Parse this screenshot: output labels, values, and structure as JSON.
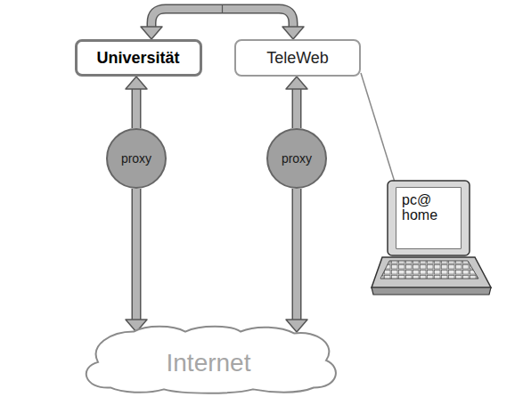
{
  "diagram": {
    "nodes": [
      {
        "text": [
          "Universität"
        ]
      },
      {
        "text": [
          "TeleWeb"
        ]
      },
      {
        "text": [
          "proxy"
        ]
      },
      {
        "text": [
          "proxy"
        ]
      },
      {
        "text": [
          "pc@ home"
        ]
      },
      {
        "text": [
          "Internet"
        ]
      }
    ],
    "edges": [
      {
        "from": 0,
        "to": 1,
        "arrow": "both"
      },
      {
        "from": 2,
        "to": 0,
        "arrow": "to"
      },
      {
        "from": 2,
        "to": 5,
        "arrow": "to"
      },
      {
        "from": 3,
        "to": 1,
        "arrow": "to"
      },
      {
        "from": 3,
        "to": 5,
        "arrow": "to"
      },
      {
        "from": 1,
        "to": 4,
        "arrow": "none"
      }
    ]
  }
}
